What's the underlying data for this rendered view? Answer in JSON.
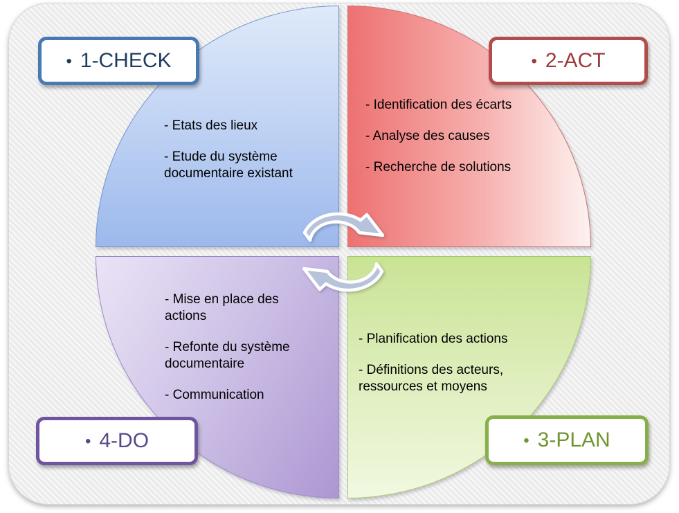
{
  "diagram": {
    "title_hint": "PDCA cycle quadrant diagram",
    "bullet_char": "•",
    "background_color": "#efeeef",
    "quadrants": [
      {
        "id": "check",
        "position": "top-left",
        "badge": "1-CHECK",
        "accent": "#4779b5",
        "badge_text_color": "#1e3c5f",
        "fill_from": "#dfeafa",
        "fill_to": "#9cb8ec",
        "items": [
          "- Etats des lieux",
          "- Etude du système documentaire existant"
        ]
      },
      {
        "id": "act",
        "position": "top-right",
        "badge": "2-ACT",
        "accent": "#b34d4b",
        "badge_text_color": "#9d3b39",
        "fill_from": "#ed7272",
        "fill_to": "#fdf2f0",
        "items": [
          "- Identification des écarts",
          "- Analyse des causes",
          "- Recherche de solutions"
        ]
      },
      {
        "id": "do",
        "position": "bottom-left",
        "badge": "4-DO",
        "accent": "#6f549f",
        "badge_text_color": "#5a4788",
        "fill_from": "#eae4f6",
        "fill_to": "#ad97d2",
        "items": [
          "- Mise en place des actions",
          "- Refonte du système documentaire",
          "- Communication"
        ]
      },
      {
        "id": "plan",
        "position": "bottom-right",
        "badge": "3-PLAN",
        "accent": "#88b04a",
        "badge_text_color": "#6f9430",
        "fill_from": "#c9e395",
        "fill_to": "#f1f8e0",
        "items": [
          "- Planification des actions",
          "- Définitions des acteurs, ressources et moyens"
        ]
      }
    ],
    "center_icon": "cycle-arrows",
    "arrow_color": "#b7c3db",
    "arrow_outline": "#ffffff"
  }
}
